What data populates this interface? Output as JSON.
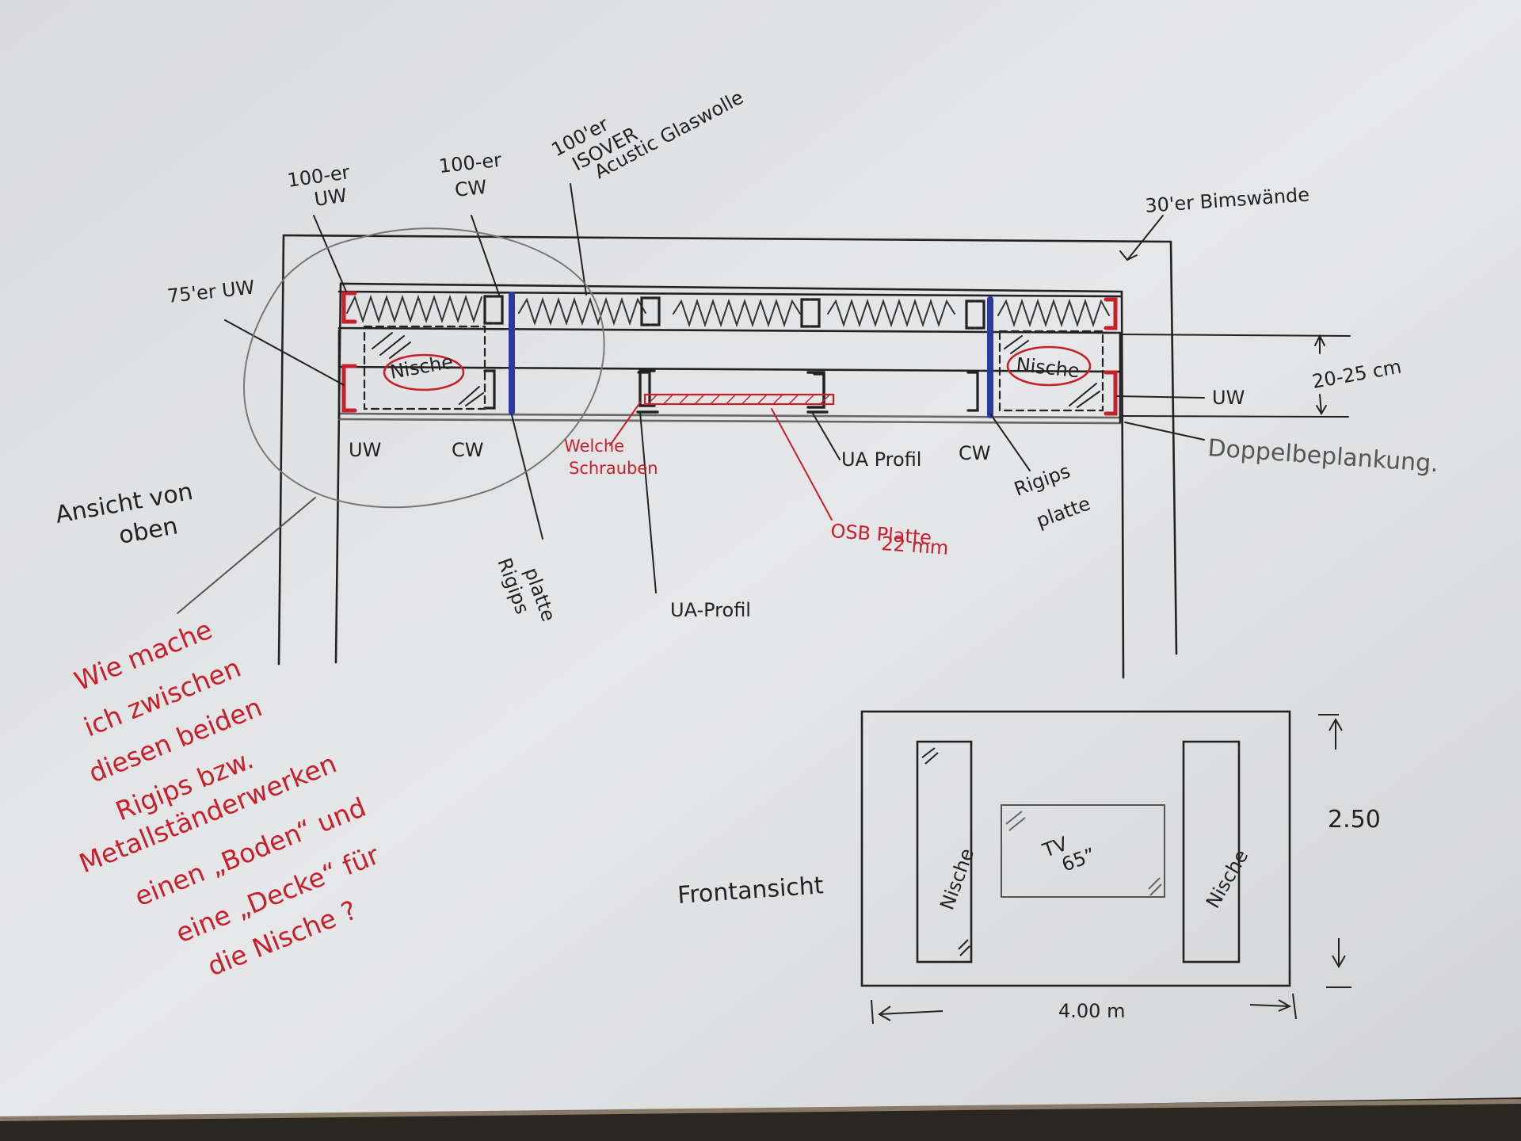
{
  "colors": {
    "paper": "#e4e5e7",
    "pencil": "#222222",
    "red_ink": "#c8202a",
    "blue_ink": "#2a3aa0",
    "osb_fill": "#f0b0ae"
  },
  "plan_view": {
    "top_labels": {
      "uw_100": [
        "100-er",
        "UW"
      ],
      "cw_100": [
        "100-er",
        "CW"
      ],
      "insulation": [
        "100'er",
        "ISOVER",
        "Acustic Glaswolle"
      ],
      "bims": "30'er Bimswände"
    },
    "left_labels": {
      "uw_75": "75'er UW",
      "uw_bottom": "UW",
      "cw_bottom": "CW",
      "rigips_left": [
        "Rigips",
        "platte"
      ]
    },
    "center_labels": {
      "welche_schrauben": [
        "Welche",
        "Schrauben"
      ],
      "ua_profil_right": "UA Profil",
      "ua_profil_bottom": "UA-Profil",
      "osb": [
        "OSB Platte",
        "22 mm"
      ]
    },
    "right_labels": {
      "uw": "UW",
      "dimension": "20-25 cm",
      "doppelbeplankung": "Doppelbeplankung.",
      "cw": "CW",
      "rigips_right": [
        "Rigips",
        "platte"
      ]
    },
    "niche_left": "Nische",
    "niche_right": "Nische",
    "view_label": [
      "Ansicht von",
      "oben"
    ],
    "question": [
      "Wie mache",
      "ich zwischen",
      "diesen beiden",
      "Rigips bzw.",
      "Metallständerwerken",
      "einen „Boden“ und",
      "eine „Decke“ für",
      "die Nische ?"
    ]
  },
  "front_view": {
    "label": "Frontansicht",
    "niche_left": "Nische",
    "niche_right": "Nische",
    "tv": [
      "TV",
      "65”"
    ],
    "height": "2.50",
    "width": "4.00 m"
  }
}
